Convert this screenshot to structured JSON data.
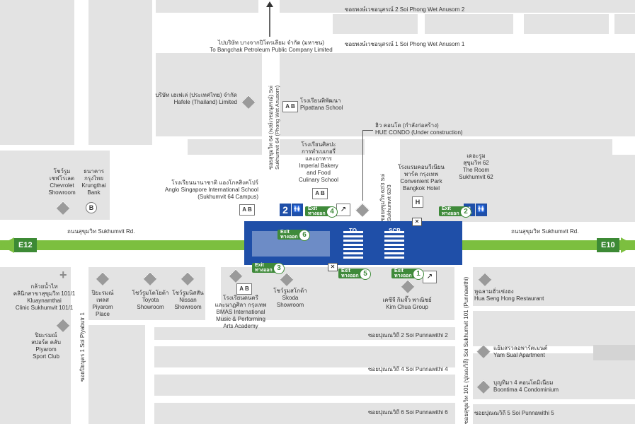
{
  "colors": {
    "block": "#e3e3e3",
    "road": "#ffffff",
    "main_road": "#7cbf3f",
    "station": "#1f4fa8",
    "exit": "#3f8a3a",
    "marker": "#9a9a9a"
  },
  "roads": {
    "main_left": "ถนนสุขุมวิท Sukhumvit Rd.",
    "main_right": "ถนนสุขุมวิท Sukhumvit Rd.",
    "phong_wet_2": "ซอยพงษ์เวชอนุสรณ์ 2 Soi Phong Wet Anusorn 2",
    "phong_wet_1": "ซอยพงษ์เวชอนุสรณ์ 1 Soi Phong Wet Anusorn 1",
    "soi64": "ซอยสุขุมวิท 64 (พงษ์เวชอนุสรณ์) Soi Sukhumvit 64 (Phong Wet Anusorn)",
    "soi62_3": "ซอยสุขุมวิท 62/3 Soi Sukhumvit 62/3",
    "piyabutr": "ซอยปิยบุตร 1 Soi Piyabutr 1",
    "punnawithi_101": "ซอยสุขุมวิท 101 (ปุณณวิถี) Soi Sukhumvit 101 (Punnawithi)",
    "punnawithi_2": "ซอยปุณณวิถี 2 Soi Punnawithi 2",
    "punnawithi_4": "ซอยปุณณวิถี 4 Soi Punnawithi 4",
    "punnawithi_6": "ซอยปุณณวิถี 6 Soi Punnawithi 6",
    "punnawithi_5": "ซอยปุณณวิถี 5 Soi Punnawithi 5"
  },
  "badges": {
    "west": "E12",
    "east": "E10"
  },
  "station": {
    "to_label": "TO",
    "scb_label": "SCB",
    "num_left": "2",
    "num_right": "1"
  },
  "exits": [
    {
      "id": "1",
      "text": "Exit",
      "th": "ทางออก",
      "num": "1"
    },
    {
      "id": "2",
      "text": "Exit",
      "th": "ทางออก",
      "num": "2"
    },
    {
      "id": "3",
      "text": "Exit",
      "th": "ทางออก",
      "num": "3"
    },
    {
      "id": "4",
      "text": "Exit",
      "th": "ทางออก",
      "num": "4"
    },
    {
      "id": "5",
      "text": "Exit",
      "th": "ทางออก",
      "num": "5"
    },
    {
      "id": "6",
      "text": "Exit",
      "th": "ทางออก",
      "num": "6"
    }
  ],
  "places": {
    "bangchak": {
      "th": "ไปบริษัท บางจากปิโตรเลียม จำกัด (มหาชน)",
      "en": "To Bangchak Petroleum Public Company Limited"
    },
    "hafele": {
      "th": "บริษัท เฮเฟเล่ (ประเทศไทย) จำกัด",
      "en": "Hafele (Thailand) Limited"
    },
    "pipattana": {
      "th": "โรงเรียนพิพัฒนา",
      "en": "Pipattana School"
    },
    "hue": {
      "th": "ฮิว คอนโด (กำลังก่อสร้าง)",
      "en": "HUE CONDO (Under construction)"
    },
    "bakery": {
      "th1": "โรงเรียนศิลปะ",
      "th2": "การทำเบเกอรี่",
      "th3": "และอาหาร",
      "en1": "Imperial Bakery",
      "en2": "and Food",
      "en3": "Culinary School"
    },
    "anglo": {
      "th": "โรงเรียนนานาชาติ แองโกลสิงคโปร์",
      "en1": "Anglo Singapore International School",
      "en2": "(Sukhumvit 64 Campus)"
    },
    "chevrolet": {
      "th1": "โชว์รูม",
      "th2": "เชฟโรเลต",
      "en": "Chevrolet Showroom"
    },
    "krungthai": {
      "th1": "ธนาคาร",
      "th2": "กรุงไทย",
      "en1": "Krungthai",
      "en2": "Bank"
    },
    "convenient": {
      "th1": "โรงแรมคอนวีเนียน",
      "th2": "พาร์ค กรุงเทพ",
      "en1": "Convenient Park",
      "en2": "Bangkok Hotel"
    },
    "theroom": {
      "th1": "เดอะรูม",
      "th2": "สุขุมวิท 62",
      "en1": "The Room",
      "en2": "Sukhumvit 62"
    },
    "clinic": {
      "th1": "กล้วยน้ำไท",
      "th2": "คลินิกสาขาสุขุมวิท 101/1",
      "en1": "Kluaynamthai",
      "en2": "Clinic Sukhumvit 101/1"
    },
    "piyarom_place": {
      "th1": "ปิยะรมณ์",
      "th2": "เพลส",
      "en1": "Piyarom",
      "en2": "Place"
    },
    "toyota": {
      "th": "โชว์รูมโตโยต้า",
      "en1": "Toyota",
      "en2": "Showroom"
    },
    "nissan": {
      "th": "โชว์รูมนิสสัน",
      "en1": "Nissan",
      "en2": "Showroom"
    },
    "bmas": {
      "th1": "โรงเรียนดนตรี",
      "th2": "และนาฏศิลา กรุงเทพ",
      "en1": "BMAS International",
      "en2": "Music & Performing",
      "en3": "Arts Academy"
    },
    "skoda": {
      "th": "โชว์รูมสโกด้า",
      "en1": "Skoda",
      "en2": "Showroom"
    },
    "kimchua": {
      "th": "เคซีจี กิมจั๊ว พาณิชย์",
      "en": "Kim Chua Group"
    },
    "huaseng": {
      "th": "หูฉลามฮั่วเซ่งฮง",
      "en": "Hua Seng Hong Restaurant"
    },
    "piyarom_sport": {
      "th1": "ปิยะรมณ์",
      "th2": "สปอร์ต คลับ",
      "en1": "Piyarom",
      "en2": "Sport Club"
    },
    "yamsual": {
      "th": "แย้มสรวลอพาร์ตเมนต์",
      "en": "Yam Sual Apartment"
    },
    "boontima": {
      "th": "บุญทิมา 4 คอนโดมิเนียม",
      "en": "Boontima 4 Condominium"
    }
  }
}
